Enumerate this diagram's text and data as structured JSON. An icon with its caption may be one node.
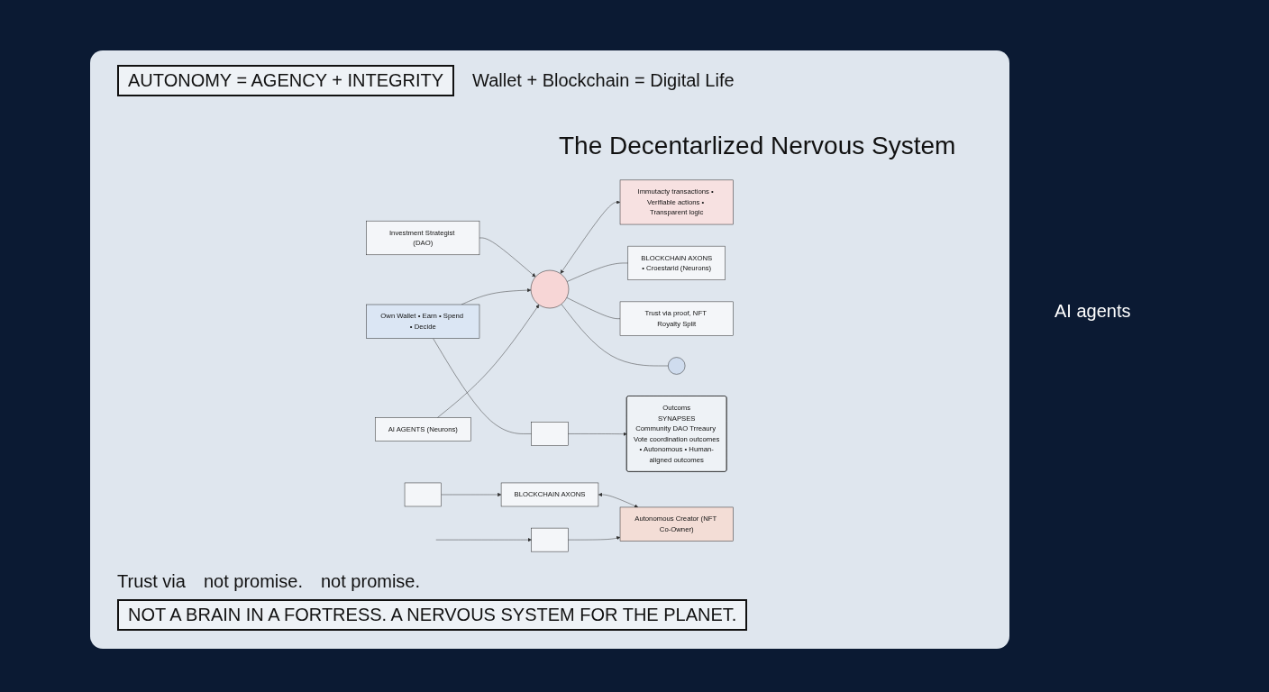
{
  "diagram": {
    "title": "The Decentarlized Nervous System",
    "nodes": [
      {
        "text": [],
        "shape": "circle"
      },
      {
        "text": [
          "Investment Strategist (DAO)"
        ]
      },
      {
        "text": [
          "Own Wallet • Earn • Spend • Decide"
        ]
      },
      {
        "text": [
          "Immutacty transactions • Verifiable actions • Transparent logic"
        ]
      },
      {
        "text": [
          "AI AGENTS (Neurons)"
        ]
      },
      {
        "text": [
          "BLOCKCHAIN AXONS",
          "• Croestarid (Neurons)"
        ]
      },
      {
        "text": [
          "Trust via proof, NFT Royalty Split"
        ]
      },
      {
        "text": [
          "Autonomous Creator (NFT Co-Owner)"
        ]
      },
      {
        "text": [
          "BLOCKCHAIN AXONS"
        ]
      },
      {
        "text": [],
        "shape": "box"
      },
      {
        "text": [],
        "shape": "box"
      },
      {
        "text": [],
        "shape": "box"
      },
      {
        "text": [
          "Outcoms",
          "SYNAPSES",
          "Community DAO Trreaury Vote coordination outcomes",
          "• Autonomous • Human-aligned outcomes"
        ]
      },
      {
        "text": [],
        "shape": "circle"
      }
    ],
    "edges": [
      {
        "from": 1,
        "to": 0,
        "arrow": "to"
      },
      {
        "from": 2,
        "to": 0,
        "arrow": "to"
      },
      {
        "from": 0,
        "to": 3,
        "arrow": "both"
      },
      {
        "from": 4,
        "to": 0,
        "arrow": "to"
      },
      {
        "from": 0,
        "to": 5,
        "arrow": "none"
      },
      {
        "from": 0,
        "to": 6,
        "arrow": "none"
      },
      {
        "from": 0,
        "to": 13,
        "arrow": "none"
      },
      {
        "from": 8,
        "to": 7,
        "arrow": "both"
      },
      {
        "from": 9,
        "to": 8,
        "arrow": "to"
      },
      {
        "from": 2,
        "to": 10,
        "arrow": "none"
      },
      {
        "from": 10,
        "to": 12,
        "arrow": "to"
      },
      {
        "from": null,
        "to": 11,
        "arrow": "to"
      },
      {
        "from": 11,
        "to": 7,
        "arrow": "to"
      }
    ],
    "labels": [
      "AUTONOMY = AGENCY + INTEGRITY",
      "Wallet + Blockchain = Digital Life",
      "Trust via",
      "not promise.",
      "not promise.",
      "AI agents",
      "NOT A BRAIN IN A FORTRESS. A NERVOUS SYSTEM FOR THE PLANET."
    ]
  }
}
